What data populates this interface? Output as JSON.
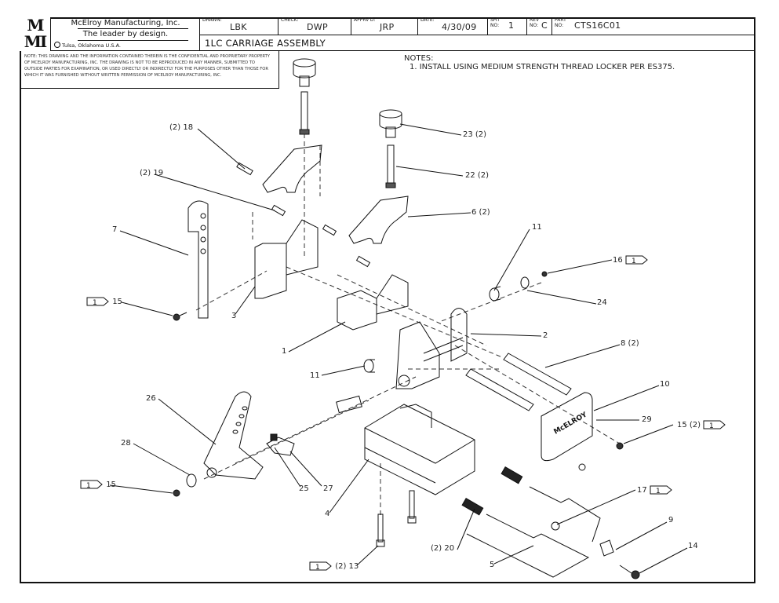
{
  "title_block": {
    "logo_top": "M",
    "logo_bottom": "MI",
    "company_name": "McElroy Manufacturing, Inc.",
    "slogan": "The leader by design.",
    "location": "Tulsa, Oklahoma U.S.A.",
    "drawn_label": "DRAWN:",
    "drawn_value": "LBK",
    "check_label": "CHECK:",
    "check_value": "DWP",
    "apprvd_label": "APPRV'D:",
    "apprvd_value": "JRP",
    "date_label": "DATE:",
    "date_value": "4/30/09",
    "sht_label_1": "SHT",
    "sht_label_2": "No:",
    "sht_value": "1",
    "rev_label_1": "REV",
    "rev_label_2": "No:",
    "rev_value": "C",
    "part_label_1": "PART",
    "part_label_2": "No:",
    "part_value": "CTS16C01",
    "drawing_title": "1LC CARRIAGE ASSEMBLY"
  },
  "notice_text": "NOTE: THIS DRAWING AND THE INFORMATION CONTAINED THEREIN IS THE CONFIDENTIAL AND PROPRIETARY PROPERTY OF McElroy Manufacturing, Inc. THE DRAWING IS NOT TO BE REPRODUCED IN ANY MANNER, SUBMITTED TO OUTSIDE PARTIES FOR EXAMINATION, OR USED DIRECTLY OR INDIRECTLY FOR THE PURPOSES OTHER THAN THOSE FOR WHICH IT WAS FURNISHED WITHOUT WRITTEN PERMISSION OF McElroy Manufacturing, Inc.",
  "notes": {
    "heading": "NOTES:",
    "items": [
      "1. INSTALL USING MEDIUM STRENGTH THREAD LOCKER PER ES375."
    ]
  },
  "note_flag_label": "1",
  "callouts": [
    {
      "id": "c18",
      "text": "(2) 18",
      "flag": false
    },
    {
      "id": "c19",
      "text": "(2) 19",
      "flag": false
    },
    {
      "id": "c7",
      "text": "7",
      "flag": false
    },
    {
      "id": "c15a",
      "text": "15",
      "flag": true
    },
    {
      "id": "c3",
      "text": "3",
      "flag": false
    },
    {
      "id": "c1",
      "text": "1",
      "flag": false
    },
    {
      "id": "c11a",
      "text": "11",
      "flag": false
    },
    {
      "id": "c23",
      "text": "23 (2)",
      "flag": false
    },
    {
      "id": "c22",
      "text": "22 (2)",
      "flag": false
    },
    {
      "id": "c6",
      "text": "6 (2)",
      "flag": false
    },
    {
      "id": "c11b",
      "text": "11",
      "flag": false
    },
    {
      "id": "c16",
      "text": "16",
      "flag": true
    },
    {
      "id": "c24",
      "text": "24",
      "flag": false
    },
    {
      "id": "c2",
      "text": "2",
      "flag": false
    },
    {
      "id": "c8",
      "text": "8 (2)",
      "flag": false
    },
    {
      "id": "c10",
      "text": "10",
      "flag": false
    },
    {
      "id": "c29",
      "text": "29",
      "flag": false
    },
    {
      "id": "c15b",
      "text": "15 (2)",
      "flag": true
    },
    {
      "id": "c26",
      "text": "26",
      "flag": false
    },
    {
      "id": "c28",
      "text": "28",
      "flag": false
    },
    {
      "id": "c15c",
      "text": "15",
      "flag": true
    },
    {
      "id": "c25",
      "text": "25",
      "flag": false
    },
    {
      "id": "c27",
      "text": "27",
      "flag": false
    },
    {
      "id": "c4",
      "text": "4",
      "flag": false
    },
    {
      "id": "c13",
      "text": "(2) 13",
      "flag": true
    },
    {
      "id": "c20",
      "text": "(2) 20",
      "flag": false
    },
    {
      "id": "c5",
      "text": "5",
      "flag": false
    },
    {
      "id": "c17",
      "text": "17",
      "flag": true
    },
    {
      "id": "c9",
      "text": "9",
      "flag": false
    },
    {
      "id": "c14",
      "text": "14",
      "flag": false
    }
  ],
  "plate_text": "McELROY"
}
